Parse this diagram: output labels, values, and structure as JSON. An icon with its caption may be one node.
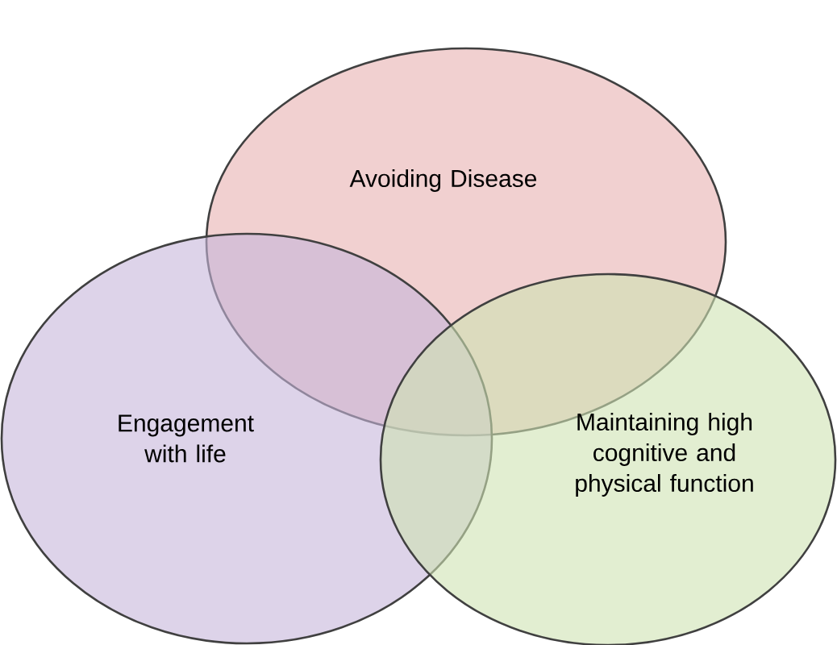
{
  "diagram": {
    "nodes": [
      {
        "text": [
          "Avoiding Disease"
        ]
      },
      {
        "text": [
          "Engagement with life"
        ]
      },
      {
        "text": [
          "Maintaining high cognitive and physical function"
        ]
      }
    ]
  }
}
